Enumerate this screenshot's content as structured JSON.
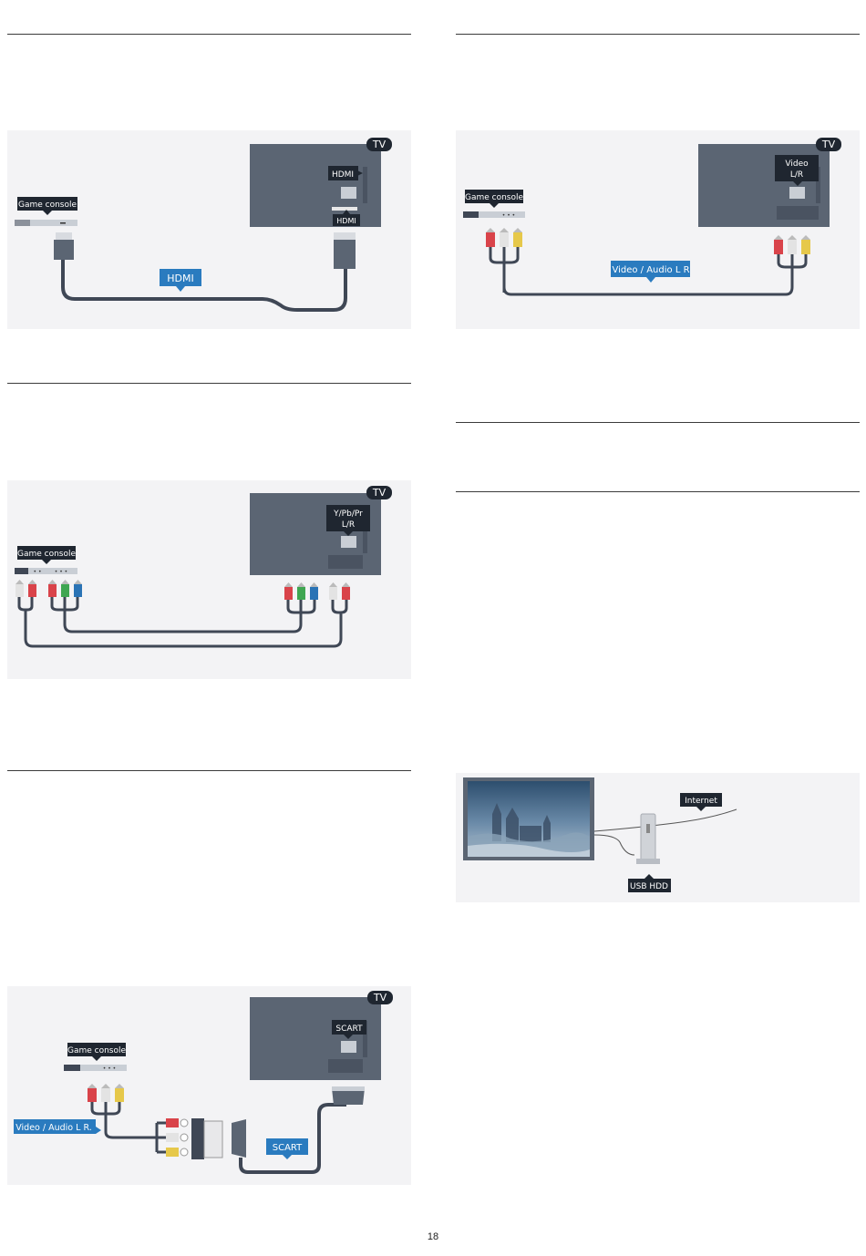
{
  "colors": {
    "tv": "#5b6573",
    "tv_dark": "#4a5361",
    "cable": "#3f4755",
    "label_dark": "#1f2630",
    "label_blue": "#2a7bbf",
    "red": "#d9434a",
    "white": "#e3e3e3",
    "yellow": "#e6c84a",
    "green": "#3fa651",
    "blue": "#2a73b5",
    "panel_bg": "#f3f3f5"
  },
  "labels": {
    "tv": "TV",
    "game_console": "Game console",
    "hdmi": "HDMI",
    "video_audio_lr": "Video / Audio L R",
    "video_audio_lr_dot": "Video / Audio L R.",
    "video": "Video",
    "lr": "L/R",
    "ypbpr": "Y/Pb/Pr",
    "scart": "SCART",
    "internet": "Internet",
    "usb_hdd": "USB HDD"
  },
  "page_number": "18"
}
